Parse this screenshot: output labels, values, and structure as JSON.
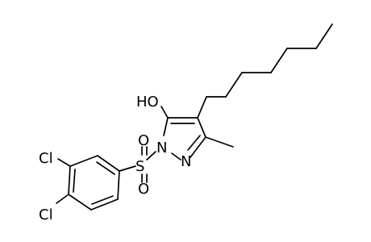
{
  "molecule": {
    "atoms": {
      "hydroxyl": "HO",
      "nitrogen_1": "N",
      "nitrogen_2": "N",
      "sulfur": "S",
      "oxygen_top": "O",
      "oxygen_bottom": "O",
      "chlorine_upper": "Cl",
      "chlorine_lower": "Cl"
    }
  }
}
